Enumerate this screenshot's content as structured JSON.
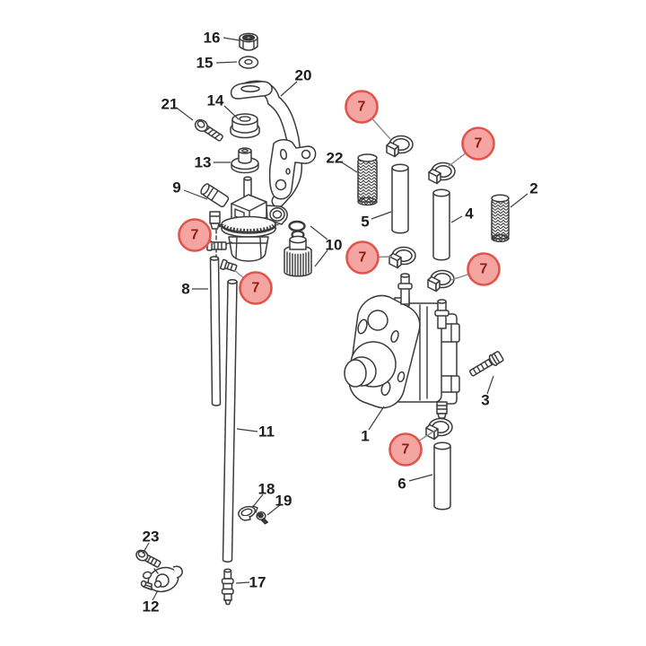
{
  "diagram": {
    "description": "Exploded parts diagram of a fuel pump and fuel filter assembly with numbered callouts",
    "background": "#ffffff",
    "line_color": "#3a3a3a",
    "label_color": "#1c1c1c",
    "leader_color": "#3f3f3f",
    "highlight": {
      "label": "7",
      "count": 7,
      "fill": "#f4a5a1",
      "stroke": "#e2544a",
      "text_color": "#8a1e13"
    }
  },
  "callouts": {
    "c1": "1",
    "c2": "2",
    "c3": "3",
    "c4": "4",
    "c5": "5",
    "c6": "6",
    "c8": "8",
    "c9": "9",
    "c10": "10",
    "c11": "11",
    "c12": "12",
    "c13": "13",
    "c14": "14",
    "c15": "15",
    "c16": "16",
    "c17": "17",
    "c18": "18",
    "c19": "19",
    "c20": "20",
    "c21": "21",
    "c22": "22",
    "c23": "23"
  }
}
